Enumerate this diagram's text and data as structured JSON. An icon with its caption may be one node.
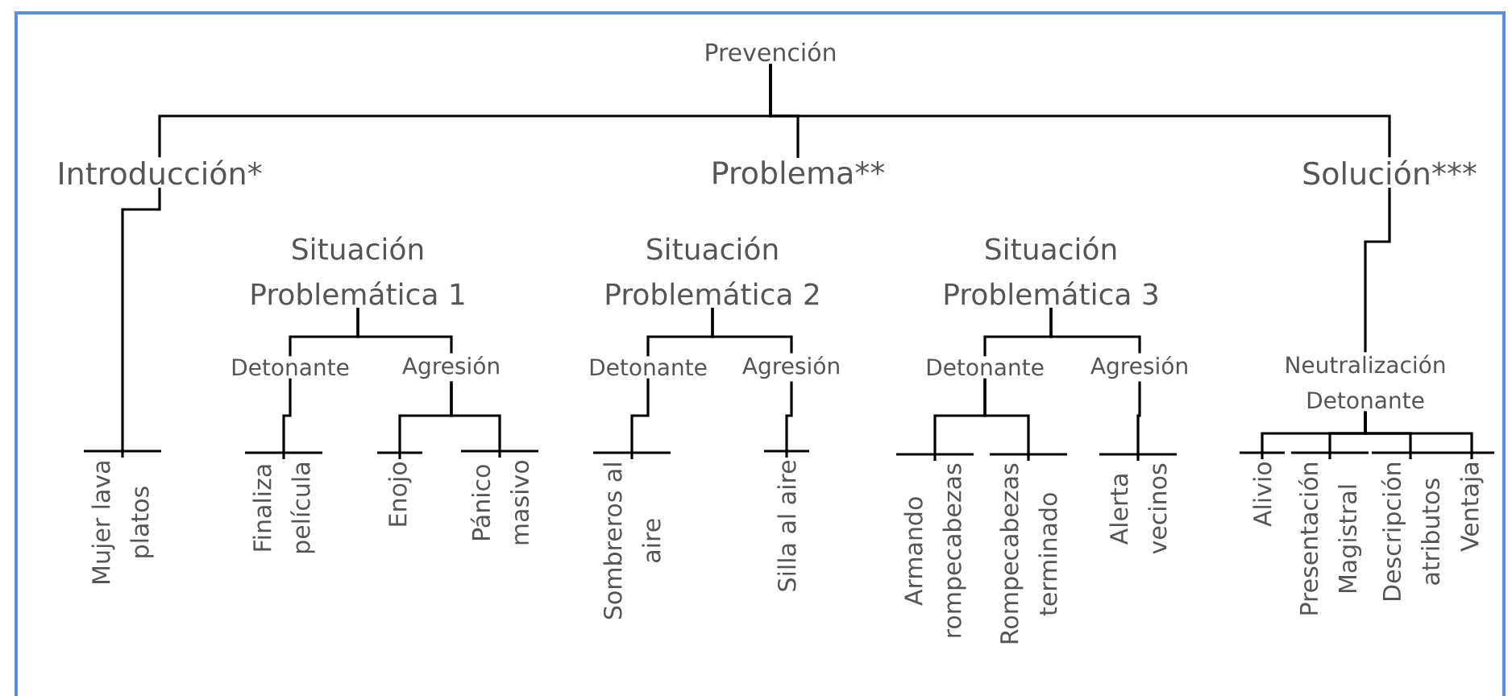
{
  "diagram": {
    "nodes": [
      {
        "text": [
          "Prevención"
        ]
      },
      {
        "text": [
          "Introducción*"
        ]
      },
      {
        "text": [
          "Problema**"
        ]
      },
      {
        "text": [
          "Solución***"
        ]
      },
      {
        "text": [
          "Situación Problemática 1"
        ]
      },
      {
        "text": [
          "Situación Problemática 2"
        ]
      },
      {
        "text": [
          "Situación Problemática 3"
        ]
      },
      {
        "text": [
          "Detonante"
        ]
      },
      {
        "text": [
          "Agresión"
        ]
      },
      {
        "text": [
          "Detonante"
        ]
      },
      {
        "text": [
          "Agresión"
        ]
      },
      {
        "text": [
          "Detonante"
        ]
      },
      {
        "text": [
          "Agresión"
        ]
      },
      {
        "text": [
          "Neutralización Detonante"
        ]
      },
      {
        "text": [
          "Mujer lava platos"
        ]
      },
      {
        "text": [
          "Finaliza película"
        ]
      },
      {
        "text": [
          "Enojo"
        ]
      },
      {
        "text": [
          "Pánico masivo"
        ]
      },
      {
        "text": [
          "Sombreros al aire"
        ]
      },
      {
        "text": [
          "Silla al aire"
        ]
      },
      {
        "text": [
          "Armando rompecabezas"
        ]
      },
      {
        "text": [
          "Rompecabezas terminado"
        ]
      },
      {
        "text": [
          "Alerta vecinos"
        ]
      },
      {
        "text": [
          "Alivio"
        ]
      },
      {
        "text": [
          "Presentación Magistral"
        ]
      },
      {
        "text": [
          "Descripción atributos"
        ]
      },
      {
        "text": [
          "Ventaja"
        ]
      }
    ],
    "edges": [
      {
        "from": 0,
        "to": 1,
        "arrow": "none"
      },
      {
        "from": 0,
        "to": 2,
        "arrow": "none"
      },
      {
        "from": 0,
        "to": 3,
        "arrow": "none"
      },
      {
        "from": 1,
        "to": 14,
        "arrow": "none"
      },
      {
        "from": 4,
        "to": 7,
        "arrow": "none"
      },
      {
        "from": 4,
        "to": 8,
        "arrow": "none"
      },
      {
        "from": 7,
        "to": 15,
        "arrow": "none"
      },
      {
        "from": 8,
        "to": 16,
        "arrow": "none"
      },
      {
        "from": 8,
        "to": 17,
        "arrow": "none"
      },
      {
        "from": 5,
        "to": 9,
        "arrow": "none"
      },
      {
        "from": 5,
        "to": 10,
        "arrow": "none"
      },
      {
        "from": 9,
        "to": 18,
        "arrow": "none"
      },
      {
        "from": 10,
        "to": 19,
        "arrow": "none"
      },
      {
        "from": 6,
        "to": 11,
        "arrow": "none"
      },
      {
        "from": 6,
        "to": 12,
        "arrow": "none"
      },
      {
        "from": 11,
        "to": 20,
        "arrow": "none"
      },
      {
        "from": 11,
        "to": 21,
        "arrow": "none"
      },
      {
        "from": 12,
        "to": 22,
        "arrow": "none"
      },
      {
        "from": 3,
        "to": 13,
        "arrow": "none"
      },
      {
        "from": 13,
        "to": 23,
        "arrow": "none"
      },
      {
        "from": 13,
        "to": 24,
        "arrow": "none"
      },
      {
        "from": 13,
        "to": 25,
        "arrow": "none"
      },
      {
        "from": 13,
        "to": 26,
        "arrow": "none"
      }
    ]
  }
}
